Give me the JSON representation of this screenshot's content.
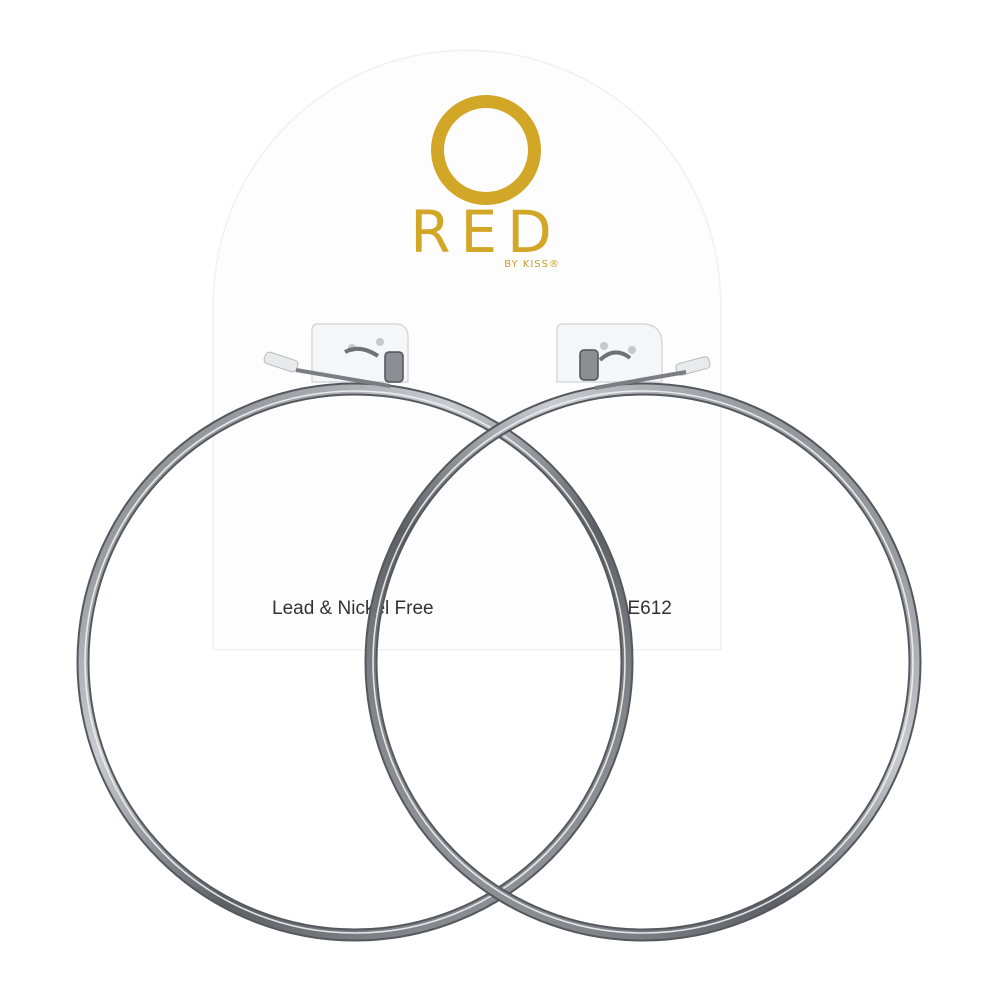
{
  "card": {
    "brand": "RED",
    "sub_brand": "BY KISS®",
    "material_text": "Lead & Nickel Free",
    "sku_text": "JE612"
  },
  "colors": {
    "gold": "#d2a626",
    "card": "#fdfdfd",
    "metal_dark": "#5f6266",
    "metal_light": "#d9dbde"
  },
  "icons": [
    "ring-logo-icon",
    "hoop-earring-left",
    "hoop-earring-right"
  ]
}
